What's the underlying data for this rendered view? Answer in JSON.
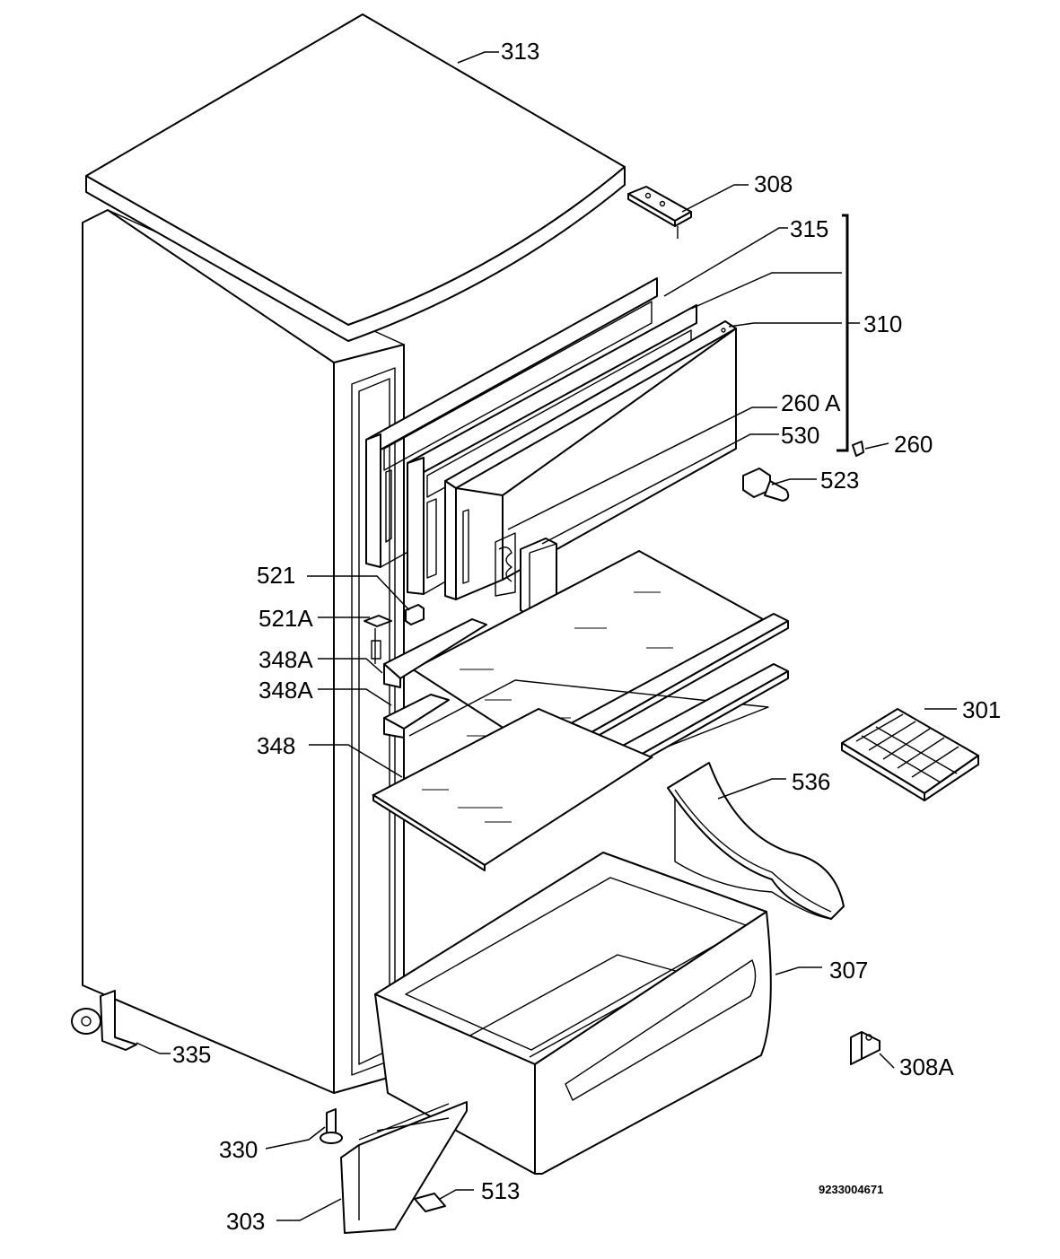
{
  "labels": {
    "l313": "313",
    "l308": "308",
    "l315": "315",
    "l310": "310",
    "l260A": "260 A",
    "l530": "530",
    "l260": "260",
    "l523": "523",
    "l521": "521",
    "l521A": "521A",
    "l348A_top": "348A",
    "l348A_bottom": "348A",
    "l348": "348",
    "l301": "301",
    "l536": "536",
    "l307": "307",
    "l335": "335",
    "l308A": "308A",
    "l330": "330",
    "l513": "513",
    "l303": "303"
  },
  "drawing_code": "9233004671"
}
